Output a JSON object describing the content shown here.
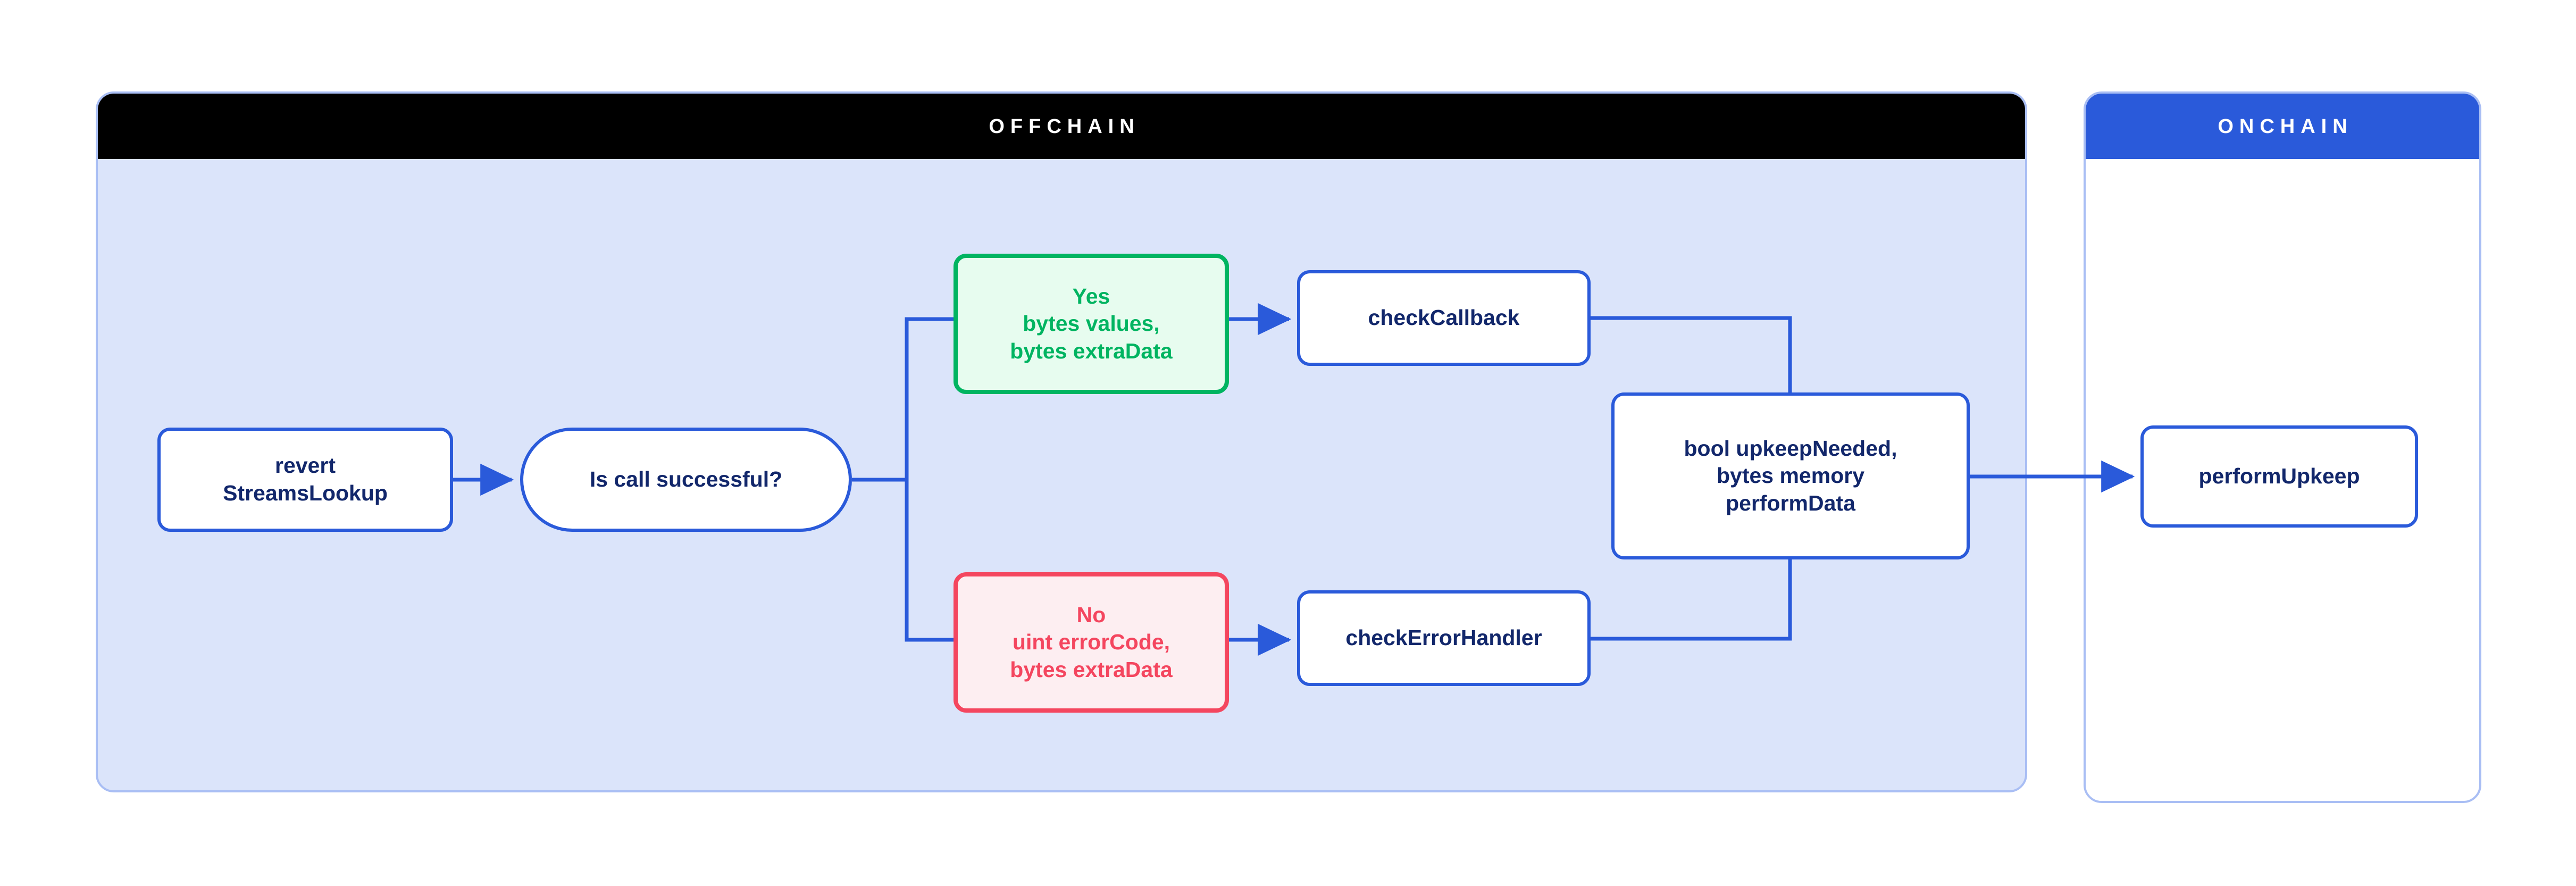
{
  "diagram": {
    "title_not_rendered": "",
    "colors": {
      "offchain_header_bg": "#000000",
      "offchain_body_bg": "#dbe4fa",
      "onchain_header_bg": "#2a5ada",
      "onchain_body_bg": "#ffffff",
      "panel_border": "#a9bef4",
      "node_border_blue": "#2a5ada",
      "node_text_navy": "#12276b",
      "success_green": "#00b461",
      "success_green_bg": "#e7fcef",
      "error_red": "#f4465f",
      "error_red_bg": "#fdeef1",
      "connector_blue": "#2a5ada"
    }
  },
  "panels": [
    {
      "id": "offchain",
      "label": "OFFCHAIN"
    },
    {
      "id": "onchain",
      "label": "ONCHAIN"
    }
  ],
  "nodes": {
    "revert": {
      "label": "revert\nStreamsLookup",
      "shape": "rounded-rect",
      "panel": "offchain"
    },
    "decision": {
      "label": "Is call successful?",
      "shape": "pill",
      "panel": "offchain"
    },
    "yes": {
      "label": "Yes\nbytes values,\nbytes extraData",
      "shape": "rounded-rect",
      "panel": "offchain",
      "variant": "success"
    },
    "no": {
      "label": "No\nuint errorCode,\nbytes extraData",
      "shape": "rounded-rect",
      "panel": "offchain",
      "variant": "error"
    },
    "check_callback": {
      "label": "checkCallback",
      "shape": "rounded-rect",
      "panel": "offchain"
    },
    "check_error_handler": {
      "label": "checkErrorHandler",
      "shape": "rounded-rect",
      "panel": "offchain"
    },
    "upkeep_needed": {
      "label": "bool upkeepNeeded,\nbytes memory\nperformData",
      "shape": "rounded-rect",
      "panel": "offchain"
    },
    "perform_upkeep": {
      "label": "performUpkeep",
      "shape": "rounded-rect",
      "panel": "onchain"
    }
  },
  "edges": [
    {
      "id": "revert-to-decision",
      "from": "revert",
      "to": "decision",
      "arrowhead": true
    },
    {
      "id": "decision-to-yes",
      "from": "decision",
      "to": "yes",
      "arrowhead": false
    },
    {
      "id": "decision-to-no",
      "from": "decision",
      "to": "no",
      "arrowhead": false
    },
    {
      "id": "yes-to-check-callback",
      "from": "yes",
      "to": "check_callback",
      "arrowhead": true
    },
    {
      "id": "no-to-check-error-handler",
      "from": "no",
      "to": "check_error_handler",
      "arrowhead": true
    },
    {
      "id": "check-callback-to-upkeep",
      "from": "check_callback",
      "to": "upkeep_needed",
      "arrowhead": false
    },
    {
      "id": "check-error-handler-to-upkeep",
      "from": "check_error_handler",
      "to": "upkeep_needed",
      "arrowhead": false
    },
    {
      "id": "upkeep-to-perform-upkeep",
      "from": "upkeep_needed",
      "to": "perform_upkeep",
      "arrowhead": true
    }
  ]
}
